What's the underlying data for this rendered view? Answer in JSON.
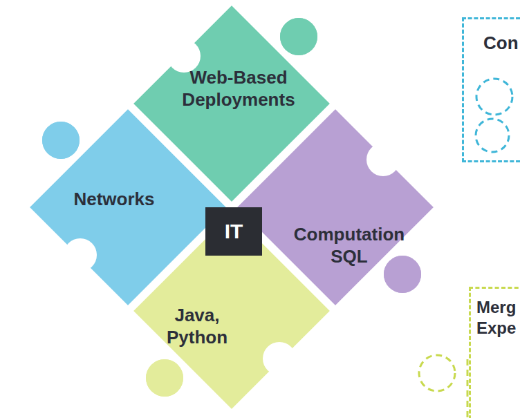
{
  "diagram": {
    "nodes": [
      {
        "text": [
          "Web-Based Deployments"
        ]
      },
      {
        "text": [
          "Networks"
        ]
      },
      {
        "text": [
          "IT"
        ]
      },
      {
        "text": [
          "Computation SQL"
        ]
      },
      {
        "text": [
          "Java, Python"
        ]
      },
      {
        "text": [
          "Con"
        ]
      },
      {
        "text": [
          "Merg Expe"
        ]
      }
    ]
  }
}
